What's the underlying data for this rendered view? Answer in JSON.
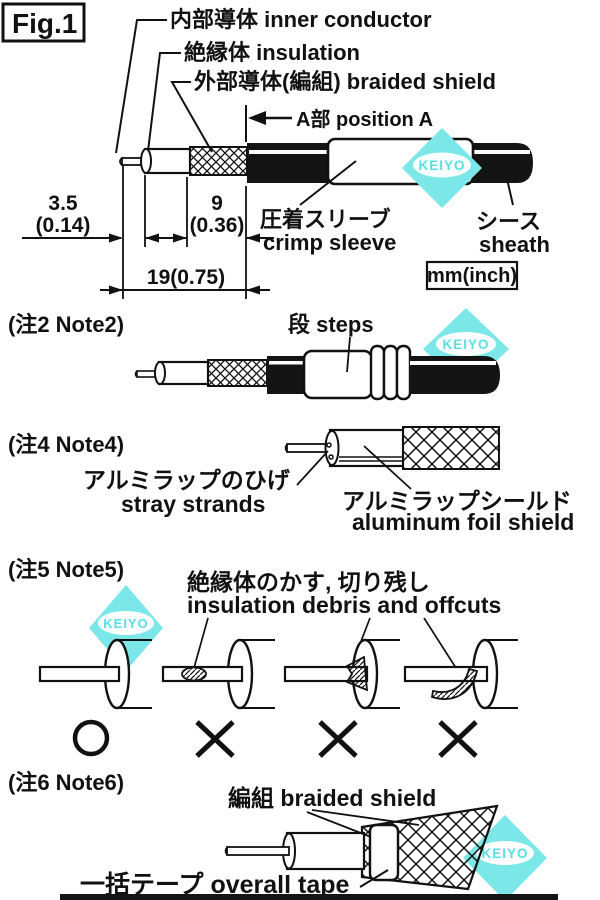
{
  "figure": {
    "title": "Fig.1"
  },
  "watermark": {
    "text": "KEIYO",
    "color": "#7ce7e8"
  },
  "units_box": "mm(inch)",
  "colors": {
    "ink": "#111111",
    "keiyo_cyan": "#7ce7e8",
    "paper": "#ffffff"
  },
  "main": {
    "labels": {
      "inner_conductor": "内部導体  inner conductor",
      "insulation": "絶縁体  insulation",
      "braided_shield": "外部導体(編組)  braided shield",
      "position_a": "A部 position A",
      "crimp_sleeve_jp": "圧着スリーブ",
      "crimp_sleeve_en": "crimp sleeve",
      "sheath_jp": "シース",
      "sheath_en": "sheath"
    },
    "dimensions": {
      "tip": "3.5",
      "tip_inch": "(0.14)",
      "braid": "9",
      "braid_inch": "(0.36)",
      "total": "19(0.75)"
    }
  },
  "note2": {
    "heading": "(注2 Note2)",
    "steps_label": "段  steps"
  },
  "note4": {
    "heading": "(注4 Note4)",
    "stray_jp": "アルミラップのひげ",
    "stray_en": "stray strands",
    "foil_jp": "アルミラップシールド",
    "foil_en": "aluminum foil shield"
  },
  "note5": {
    "heading": "(注5 Note5)",
    "debris_jp": "絶縁体のかす, 切り残し",
    "debris_en": "insulation debris and offcuts",
    "good_mark": "○",
    "bad_mark": "×"
  },
  "note6": {
    "heading": "(注6 Note6)",
    "braid_label": "編組  braided shield",
    "tape_label": "一括テープ overall tape"
  }
}
